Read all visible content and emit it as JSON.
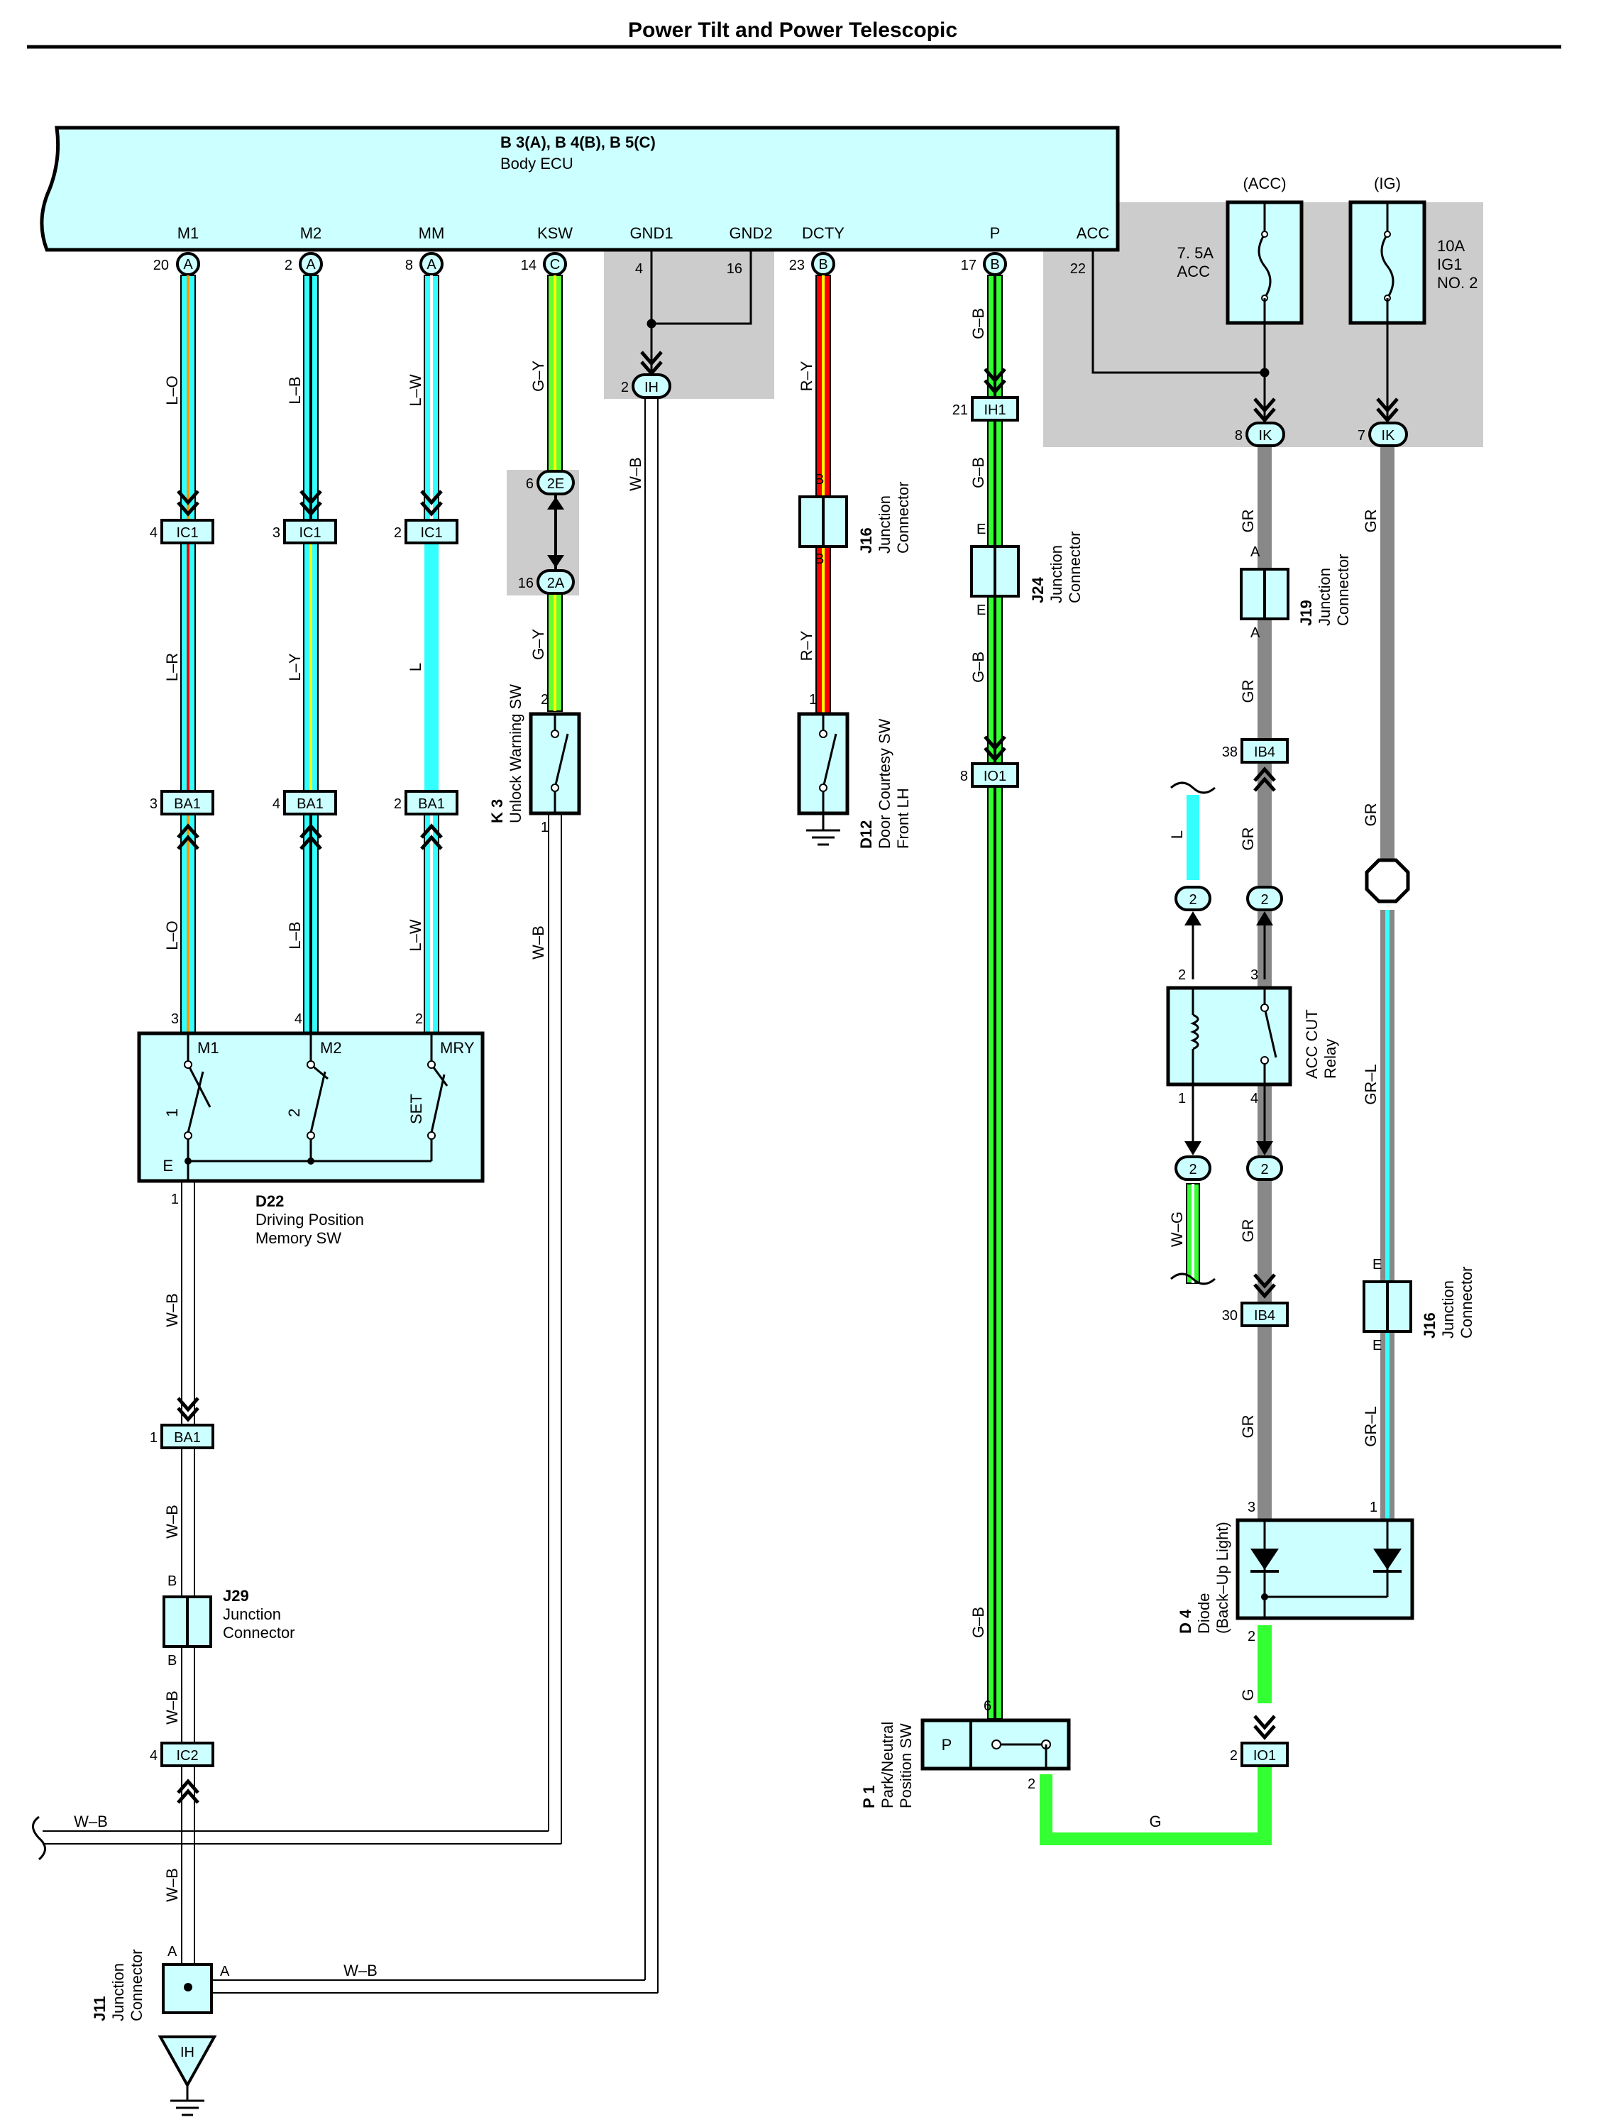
{
  "title": "Power Tilt and Power Telescopic",
  "ecu": {
    "ref": "B 3(A), B 4(B), B 5(C)",
    "name": "Body ECU",
    "terminals": [
      {
        "name": "M1",
        "pin": "20",
        "conn": "A"
      },
      {
        "name": "M2",
        "pin": "2",
        "conn": "A"
      },
      {
        "name": "MM",
        "pin": "8",
        "conn": "A"
      },
      {
        "name": "KSW",
        "pin": "14",
        "conn": "C"
      },
      {
        "name": "GND1",
        "pin": "4",
        "conn": ""
      },
      {
        "name": "GND2",
        "pin": "16",
        "conn": ""
      },
      {
        "name": "DCTY",
        "pin": "23",
        "conn": "B"
      },
      {
        "name": "P",
        "pin": "17",
        "conn": "B"
      },
      {
        "name": "ACC",
        "pin": "22",
        "conn": ""
      }
    ]
  },
  "fuses": [
    {
      "header": "(ACC)",
      "rating": "7. 5A",
      "name": "ACC",
      "extra": ""
    },
    {
      "header": "(IG)",
      "rating": "10A",
      "name": "IG1",
      "extra": "NO. 2"
    }
  ],
  "wire_colors": {
    "L-O": "L–O",
    "L-B": "L–B",
    "L-W": "L–W",
    "L-R": "L–R",
    "L-Y": "L–Y",
    "L": "L",
    "G-Y": "G–Y",
    "W-B": "W–B",
    "R-Y": "R–Y",
    "G-B": "G–B",
    "GR": "GR",
    "GR-L": "GR–L",
    "W-G": "W–G",
    "G": "G"
  },
  "connectors": {
    "IC1": "IC1",
    "BA1": "BA1",
    "IH": "IH",
    "IH1": "IH1",
    "IO1": "IO1",
    "IK": "IK",
    "IB4": "IB4",
    "IC2": "IC2",
    "2E": "2E",
    "2A": "2A",
    "two": "2"
  },
  "pins": {
    "p4": "4",
    "p3": "3",
    "p2": "2",
    "p1": "1",
    "p6": "6",
    "p16": "16",
    "p21": "21",
    "p8": "8",
    "p7": "7",
    "p38": "38",
    "p30": "30"
  },
  "components": {
    "D22": {
      "ref": "D22",
      "line1": "Driving Position",
      "line2": "Memory SW",
      "term_m1": "M1",
      "term_m2": "M2",
      "term_mry": "MRY",
      "pos1": "1",
      "pos2": "2",
      "set": "SET",
      "e": "E"
    },
    "K3": {
      "ref": "K 3",
      "name": "Unlock Warning SW"
    },
    "D12": {
      "ref": "D12",
      "line1": "Door Courtesy SW",
      "line2": "Front LH"
    },
    "J16a": {
      "ref": "J16",
      "line1": "Junction",
      "line2": "Connector",
      "pin": "B"
    },
    "J24": {
      "ref": "J24",
      "line1": "Junction",
      "line2": "Connector",
      "pin": "E"
    },
    "J19": {
      "ref": "J19",
      "line1": "Junction",
      "line2": "Connector",
      "pin": "A"
    },
    "J16b": {
      "ref": "J16",
      "line1": "Junction",
      "line2": "Connector",
      "pin": "E"
    },
    "J29": {
      "ref": "J29",
      "line1": "Junction",
      "line2": "Connector",
      "pin": "B"
    },
    "J11": {
      "ref": "J11",
      "line1": "Junction",
      "line2": "Connector",
      "pin": "A"
    },
    "relay": {
      "line1": "ACC CUT",
      "line2": "Relay"
    },
    "D4": {
      "ref": "D 4",
      "line1": "Diode",
      "line2": "(Back–Up Light)"
    },
    "P1": {
      "ref": "P 1",
      "line1": "Park/Neutral",
      "line2": "Position SW",
      "term": "P"
    },
    "ground": {
      "label": "IH"
    }
  }
}
